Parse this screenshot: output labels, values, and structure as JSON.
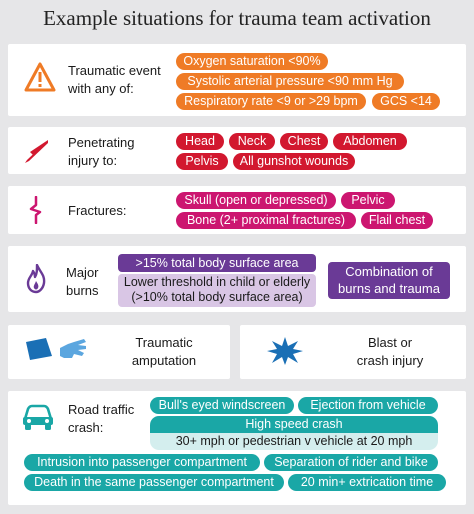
{
  "title": "Example situations for trauma team activation",
  "colors": {
    "traumatic_event": "#ef7b26",
    "penetrating": "#d2182f",
    "fractures": "#cc1670",
    "burns": "#6a3a96",
    "amputation": "#1a6fb5",
    "road_traffic": "#1aa7a6"
  },
  "sections": {
    "traumatic_event": {
      "icon": "warning-triangle-icon",
      "label_1": "Traumatic event",
      "label_2": "with any of:",
      "items": [
        "Oxygen saturation <90%",
        "Systolic arterial pressure <90 mm Hg",
        "Respiratory rate <9 or >29 bpm",
        "GCS <14"
      ]
    },
    "penetrating": {
      "icon": "knife-blade-icon",
      "label_1": "Penetrating",
      "label_2": "injury to:",
      "items": [
        "Head",
        "Neck",
        "Chest",
        "Abdomen",
        "Pelvis",
        "All gunshot wounds"
      ]
    },
    "fractures": {
      "icon": "fracture-bone-icon",
      "label": "Fractures:",
      "items": [
        "Skull (open or depressed)",
        "Pelvic",
        "Bone (2+ proximal fractures)",
        "Flail chest"
      ]
    },
    "burns": {
      "icon": "flame-icon",
      "label_1": "Major",
      "label_2": "burns",
      "item_1": ">15% total body surface area",
      "item_2_line_1": "Lower threshold in child or elderly",
      "item_2_line_2": "(>10% total body surface area)",
      "item_3_line_1": "Combination of",
      "item_3_line_2": "burns and trauma"
    },
    "amputation": {
      "icon": "amputated-hand-icon",
      "label_1": "Traumatic",
      "label_2": "amputation"
    },
    "blast": {
      "icon": "explosion-icon",
      "label_1": "Blast or",
      "label_2": "crash injury"
    },
    "road_traffic": {
      "icon": "car-icon",
      "label_1": "Road traffic",
      "label_2": "crash:",
      "items": [
        "Bull's eyed windscreen",
        "Ejection from vehicle",
        "High speed crash",
        "30+ mph or pedestrian v vehicle at 20 mph",
        "Intrusion into passenger compartment",
        "Separation of rider and bike",
        "Death in the same passenger compartment",
        "20 min+ extrication time"
      ]
    }
  }
}
